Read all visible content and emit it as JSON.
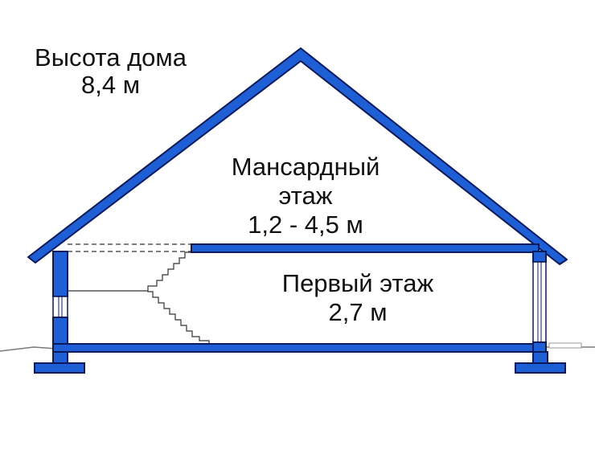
{
  "house_height": {
    "title": "Высота дома",
    "value": "8,4 м"
  },
  "attic_floor": {
    "name_line1": "Мансардный",
    "name_line2": "этаж",
    "height": "1,2 - 4,5 м"
  },
  "first_floor": {
    "name": "Первый этаж",
    "height": "2,7 м"
  },
  "colors": {
    "structure": "#1f5fd6",
    "outline": "#0b1a5a",
    "line": "#222222",
    "ground": "#7a7a7a"
  }
}
